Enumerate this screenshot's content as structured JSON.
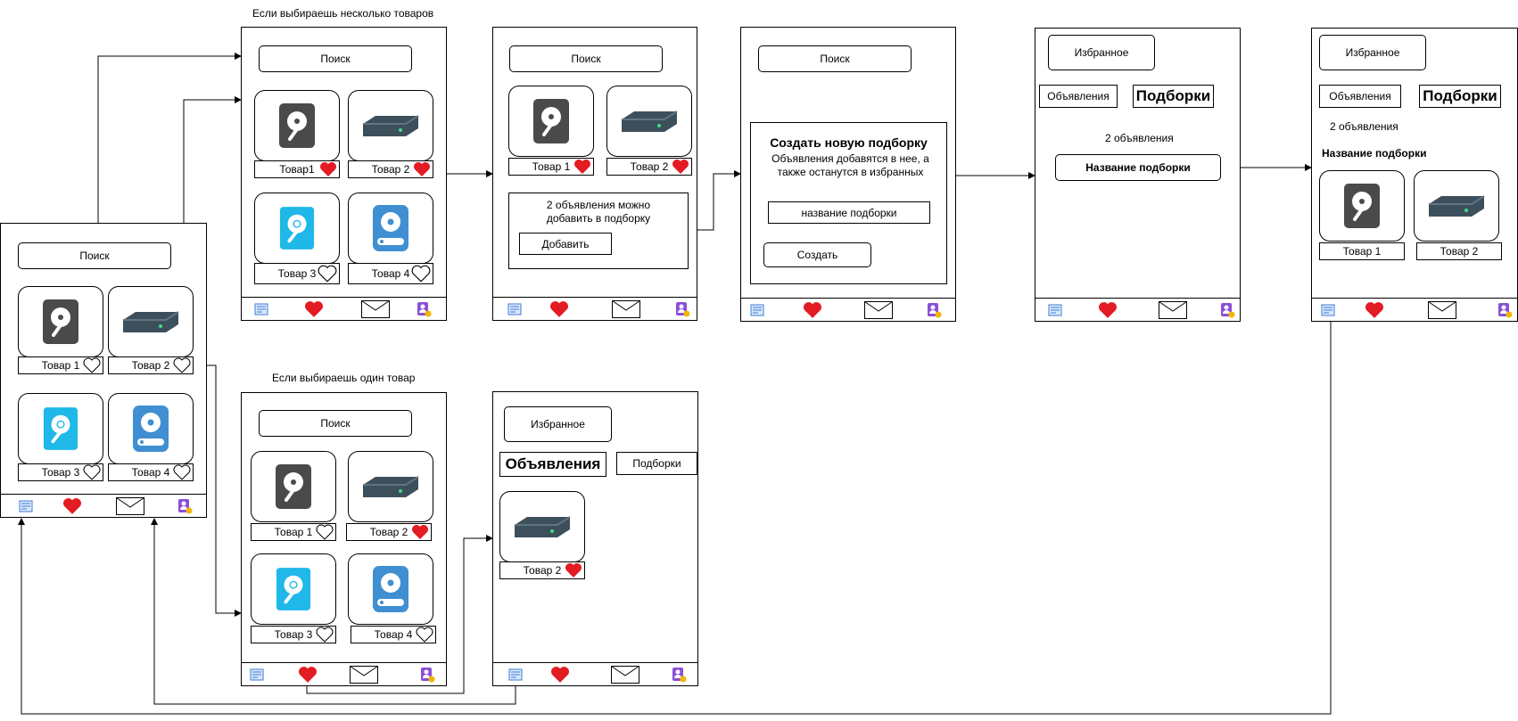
{
  "captions": {
    "multi": "Если выбираешь несколько товаров",
    "single": "Если выбираешь один товар"
  },
  "common": {
    "search": "Поиск",
    "favorites": "Избранное",
    "ads": "Объявления",
    "collections": "Подборки"
  },
  "products": {
    "p1_spaced": "Товар 1",
    "p1_tight": "Товар1",
    "p2": "Товар 2",
    "p3": "Товар 3",
    "p4": "Товар 4"
  },
  "dialog_add": {
    "text": "2 объявления можно добавить в подборку",
    "button": "Добавить"
  },
  "dialog_create": {
    "title": "Создать новую подборку",
    "description": "Объявления добавятся в нее, а также останутся в избранных",
    "input_value": "название подборки",
    "button": "Создать"
  },
  "collections_view": {
    "count": "2 объявления",
    "collection_name": "Название подборки"
  },
  "icons": [
    "hdd-icon",
    "server-drive-icon",
    "hdd-blue-icon",
    "external-drive-icon",
    "heart-icon",
    "catalog-icon",
    "mail-icon",
    "profile-icon"
  ],
  "colors": {
    "heart": "#e31b23",
    "drive_dark": "#4a4a4a",
    "drive_cyan": "#1fb8e8",
    "drive_blue": "#3f8fd2",
    "profile": "#8a4fd6",
    "catalog": "#3d7bd4"
  }
}
